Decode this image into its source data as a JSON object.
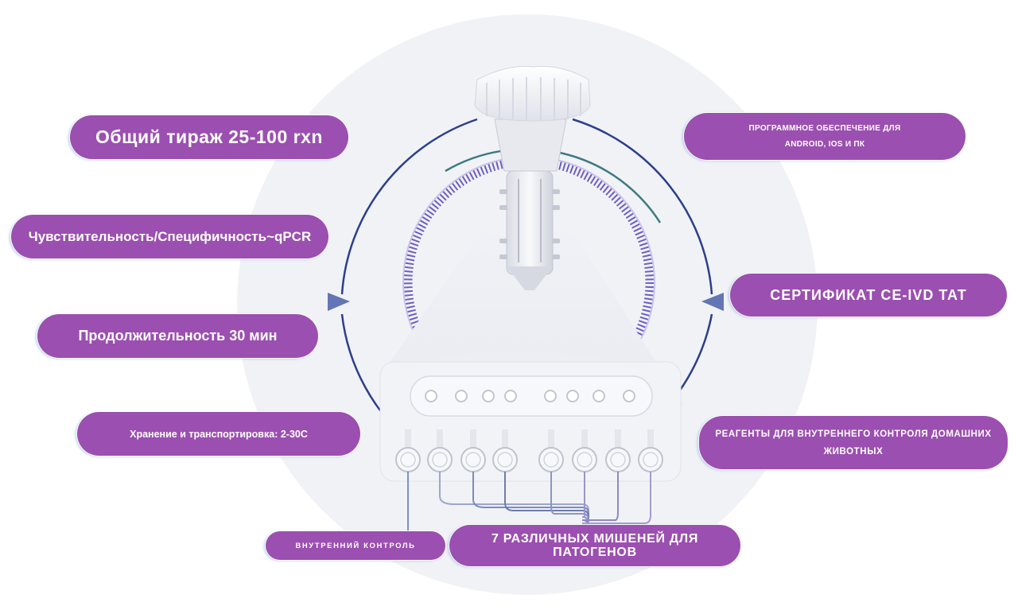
{
  "labels": {
    "total_run": "Общий тираж 25-100 rxn",
    "sensitivity": "Чувствительность/Специфичность~qPCR",
    "duration": "Продолжительность 30 мин",
    "storage": "Хранение и транспортировка: 2-30С",
    "internal_control": "ВНУТРЕННИЙ КОНТРОЛЬ",
    "targets": "7 РАЗЛИЧНЫХ МИШЕНЕЙ ДЛЯ ПАТОГЕНОВ",
    "software_line1": "ПРОГРАММНОЕ ОБЕСПЕЧЕНИЕ ДЛЯ",
    "software_line2": "ANDROID, IOS И ПК",
    "certificate": "СЕРТИФИКАТ CE-IVD TAT",
    "reagents_line1": "РЕАГЕНТЫ ДЛЯ ВНУТРЕННЕГО КОНТРОЛЯ ДОМАШНИХ",
    "reagents_line2": "ЖИВОТНЫХ"
  },
  "colors": {
    "pill_fill": "#9b4fb0",
    "pill_text": "#ffffff",
    "ring_navy": "#2b3f8c",
    "ring_purple": "#6f5cc6",
    "background_circle": "#f1f2f6"
  },
  "device": {
    "wells": 8
  }
}
